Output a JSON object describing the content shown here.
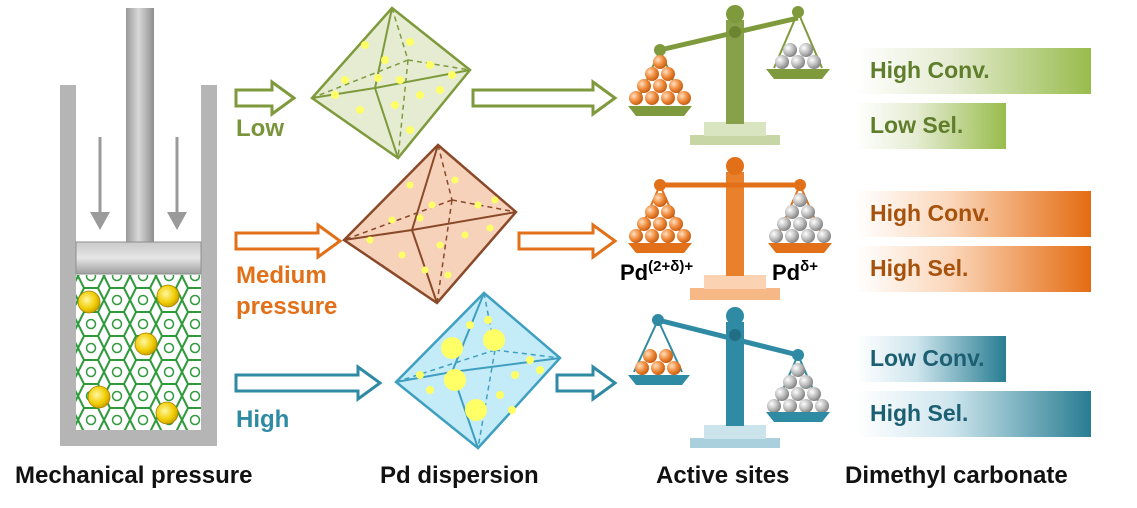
{
  "captions": {
    "mechanical_pressure": "Mechanical pressure",
    "pd_dispersion": "Pd dispersion",
    "active_sites": "Active sites",
    "dimethyl_carbonate": "Dimethyl carbonate"
  },
  "pressure_levels": {
    "low": "Low",
    "medium_line1": "Medium",
    "medium_line2": "pressure",
    "high": "High"
  },
  "species": {
    "oxidized": "Pd",
    "oxidized_sup": "(2+δ)+",
    "reduced": "Pd",
    "reduced_sup": "δ+"
  },
  "results": {
    "low": {
      "conversion": "High Conv.",
      "selectivity": "Low Sel."
    },
    "medium": {
      "conversion": "High Conv.",
      "selectivity": "High Sel."
    },
    "high": {
      "conversion": "Low Conv.",
      "selectivity": "High Sel."
    }
  },
  "colors": {
    "green": "#7e9a3c",
    "orange": "#e27018",
    "blue": "#2f8aa3",
    "piston_gray": "#b3b3b3",
    "framework_green": "#2e9a3a",
    "nanoparticle_yellow": "#f2d000",
    "pd_dot_yellow": "#ffff66"
  }
}
